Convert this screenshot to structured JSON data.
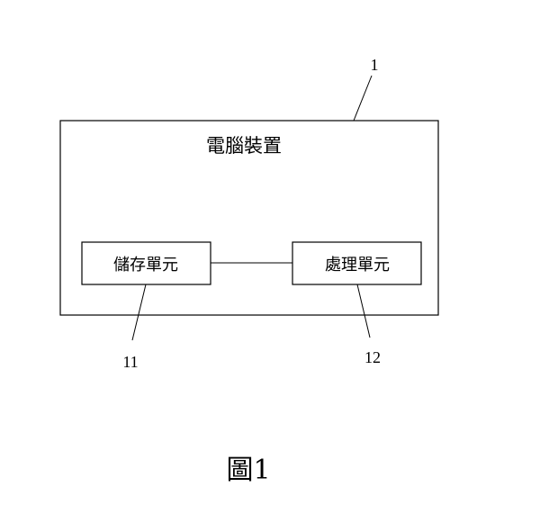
{
  "device": {
    "ref": "1",
    "label": "電腦裝置"
  },
  "storage_unit": {
    "ref": "11",
    "label": "儲存單元"
  },
  "processing_unit": {
    "ref": "12",
    "label": "處理單元"
  },
  "figure_caption": "圖1"
}
